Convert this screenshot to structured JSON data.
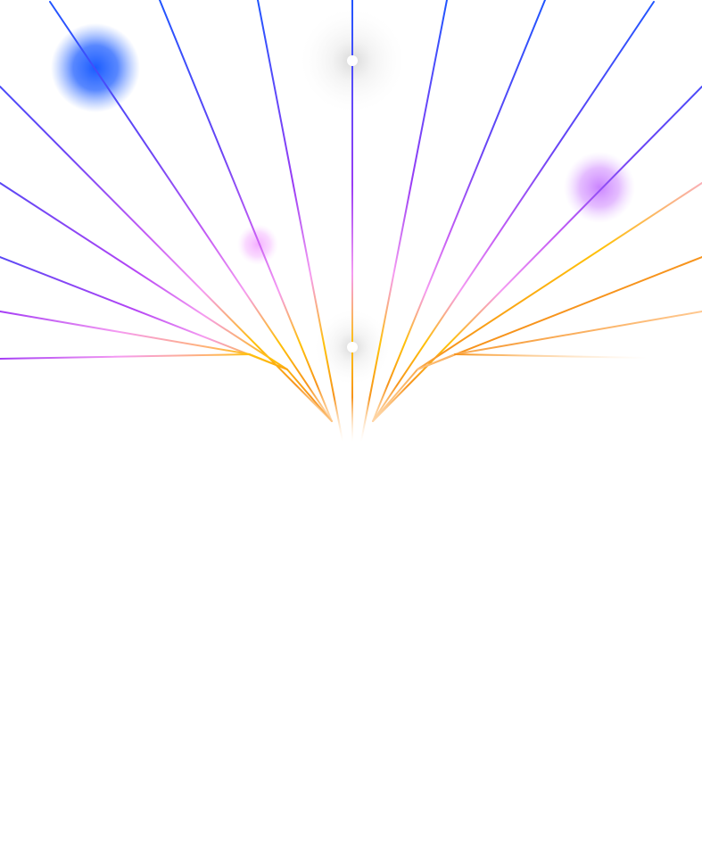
{
  "graphic": {
    "name": "gradient-ray-fan",
    "colors": {
      "blue": "#1f55ff",
      "purple": "#a43cf5",
      "pink": "#f59bf2",
      "yellow": "#ffc107",
      "orange": "#f7941d",
      "peach": "#ffcf9e",
      "background": "#ffffff",
      "glow_blue": "#1a5cff",
      "glow_purple": "#c77dff",
      "glow_pink": "#f3a6ff",
      "dot": "#ffffff",
      "dot_shadow": "#c8c8c8"
    },
    "ray_count_left": 8,
    "ray_count_right": 8,
    "ray_count_center": 1,
    "glow_orbs": [
      "blue-orb",
      "purple-orb",
      "pink-orb"
    ],
    "white_dots": 2
  }
}
